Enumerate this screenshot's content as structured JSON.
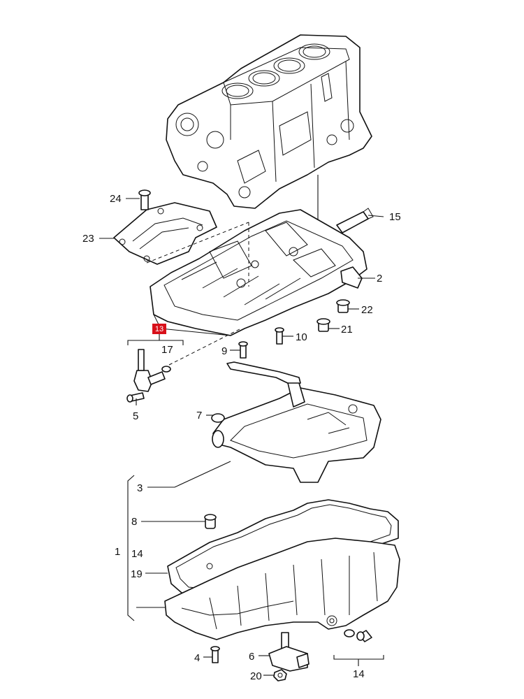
{
  "labels": {
    "l24": "24",
    "l23": "23",
    "l15": "15",
    "l2": "2",
    "l22": "22",
    "l21": "21",
    "l10": "10",
    "l9": "9",
    "l13": "13",
    "l17": "17",
    "l5": "5",
    "l7": "7",
    "l3": "3",
    "l8": "8",
    "l1": "1",
    "l14a": "14",
    "l19": "19",
    "l4": "4",
    "l6": "6",
    "l20": "20",
    "l14b": "14"
  },
  "highlight": {
    "color": "#d8101a"
  }
}
